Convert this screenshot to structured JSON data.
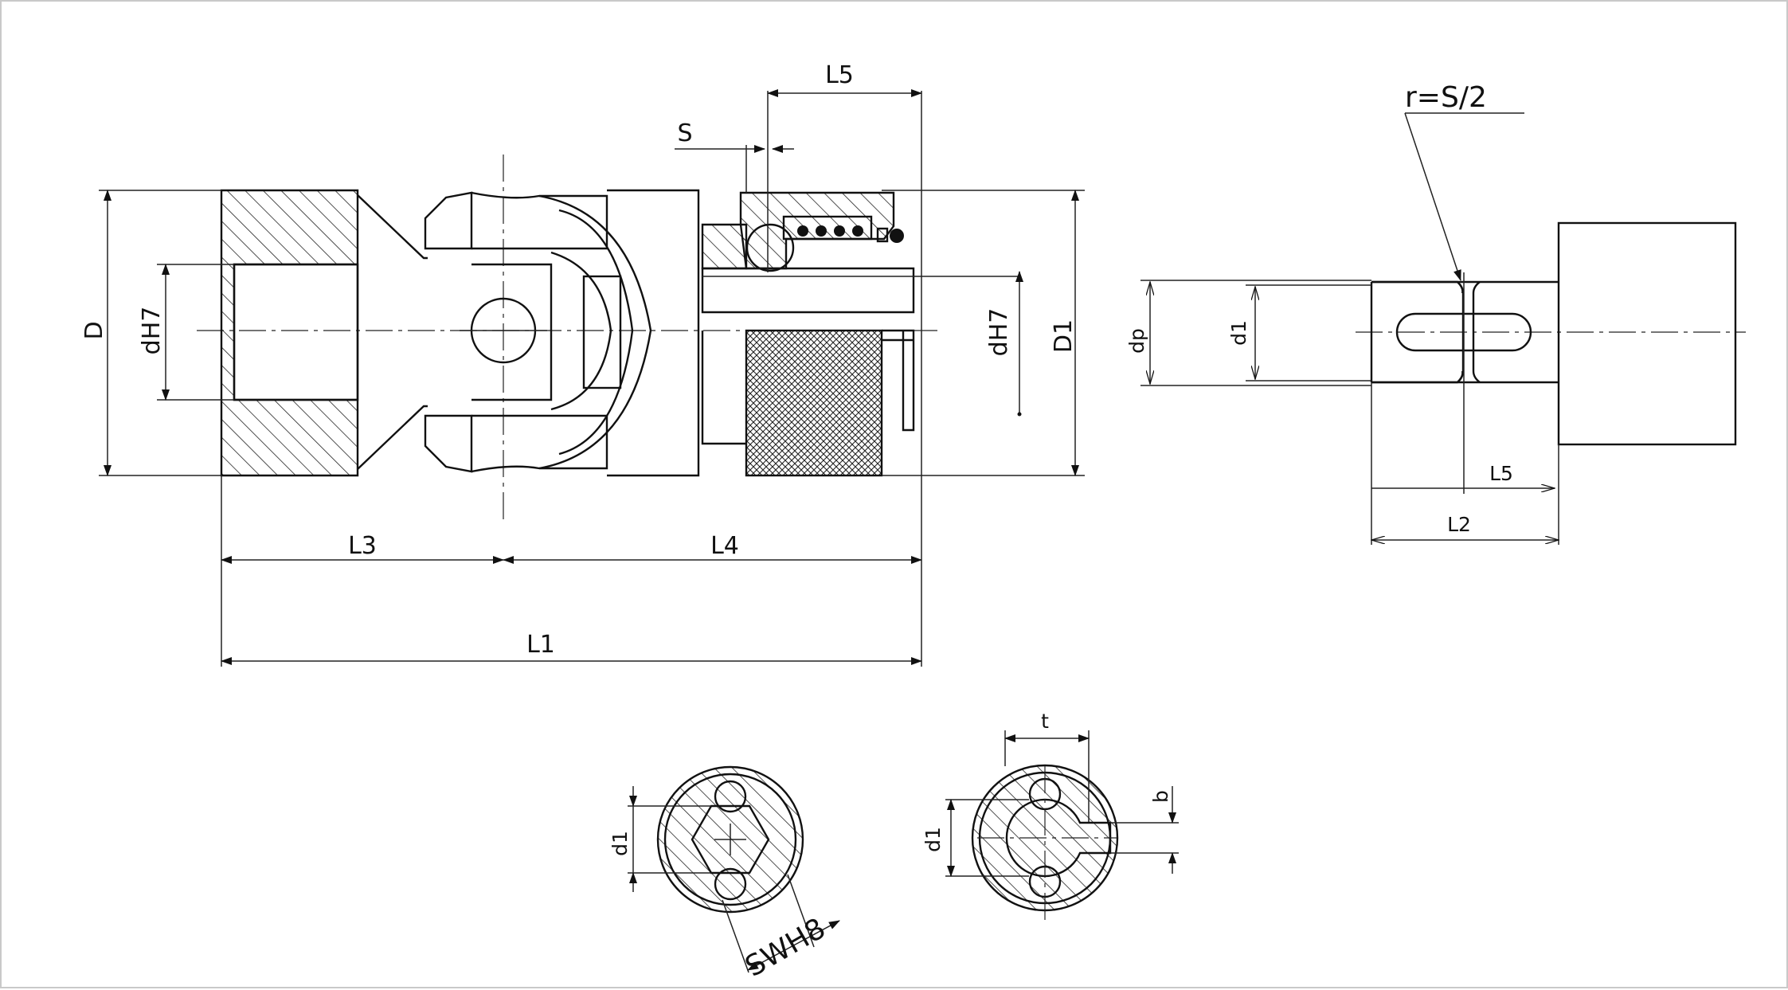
{
  "drawing": {
    "labels": {
      "D": "D",
      "dH7_left": "dH7",
      "dH7_right": "dH7",
      "D1": "D1",
      "L1": "L1",
      "L3": "L3",
      "L4": "L4",
      "L5_top": "L5",
      "S": "S",
      "radius_note": "r=S/2",
      "dp": "dp",
      "d1_pin": "d1",
      "L5_pin": "L5",
      "L2": "L2",
      "d1_hex_section": "d1",
      "SWH8": "SWH8",
      "d1_keyed_section": "d1",
      "t": "t",
      "b": "b"
    }
  }
}
